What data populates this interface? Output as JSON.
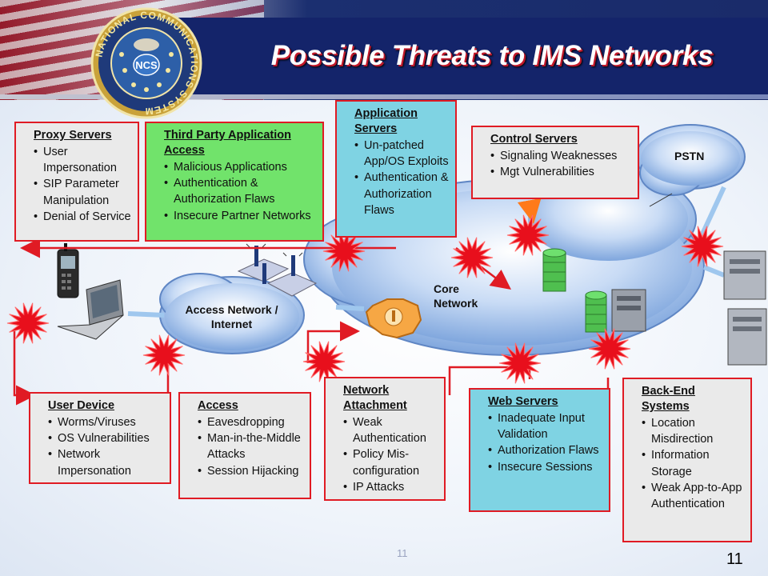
{
  "title": "Possible Threats to IMS Networks",
  "seal": {
    "text": "NATIONAL COMMUNICATIONS SYSTEM",
    "center": "NCS"
  },
  "clouds": {
    "pstn": "PSTN",
    "core": "Core Network",
    "access": "Access Network / Internet"
  },
  "boxes": {
    "proxy": {
      "title": "Proxy Servers",
      "items": [
        "User Impersonation",
        "SIP Parameter Manipulation",
        "Denial of Service"
      ]
    },
    "third_party": {
      "title": "Third Party Application Access",
      "items": [
        "Malicious Applications",
        "Authentication & Authorization Flaws",
        "Insecure Partner Networks"
      ]
    },
    "app_servers": {
      "title": "Application Servers",
      "items": [
        "Un-patched App/OS Exploits",
        "Authentication & Authorization Flaws"
      ]
    },
    "control": {
      "title": "Control Servers",
      "items": [
        "Signaling Weaknesses",
        "Mgt Vulnerabilities"
      ]
    },
    "user_device": {
      "title": "User Device",
      "items": [
        "Worms/Viruses",
        "OS Vulnerabilities",
        "Network Impersonation"
      ]
    },
    "access": {
      "title": "Access",
      "items": [
        "Eavesdropping",
        "Man-in-the-Middle Attacks",
        "Session Hijacking"
      ]
    },
    "net_attach": {
      "title": "Network Attachment",
      "items": [
        "Weak Authentication",
        "Policy Mis-configuration",
        "IP Attacks"
      ]
    },
    "web": {
      "title": "Web Servers",
      "items": [
        "Inadequate Input Validation",
        "Authorization Flaws",
        "Insecure Sessions"
      ]
    },
    "backend": {
      "title": "Back-End Systems",
      "items": [
        "Location Misdirection",
        "Information Storage",
        "Weak App-to-App Authentication"
      ]
    }
  },
  "slide_number": "11",
  "slide_number_center": "11"
}
